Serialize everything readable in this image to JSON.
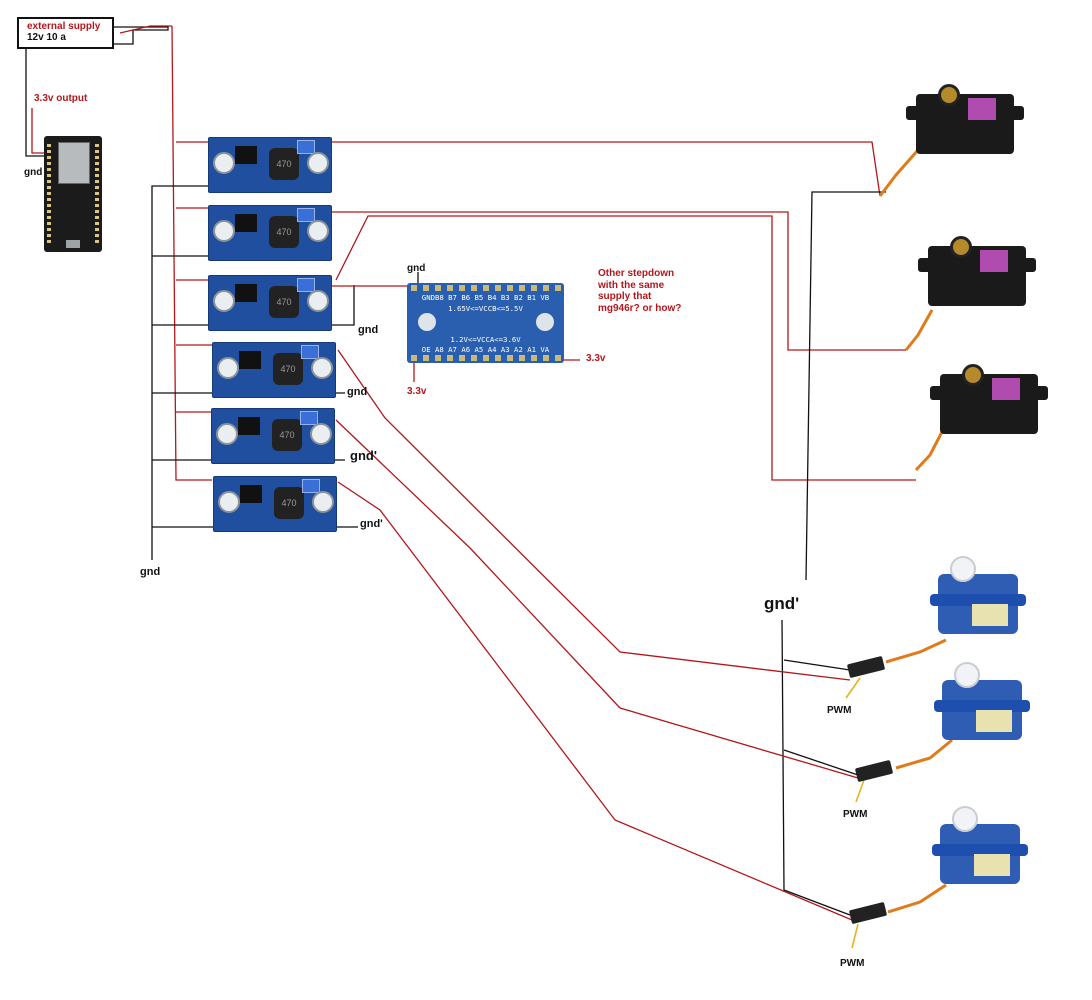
{
  "supply": {
    "title": "external supply",
    "rating": "12v 10 a"
  },
  "labels": {
    "output_3v3": "3.3v output",
    "gnd_mcu": "gnd",
    "gnd_buck3": "gnd",
    "gnd_buck4": "gnd",
    "gnd_buck5": "gnd'",
    "gnd_buck6": "gnd'",
    "gnd_left": "gnd",
    "gnd_shifter": "gnd",
    "shifter_va_3v3": "3.3v",
    "shifter_oe_3v3": "3.3v",
    "gnd_servo": "gnd'",
    "pwm1": "PWM",
    "pwm2": "PWM",
    "pwm3": "PWM"
  },
  "question": [
    "Other stepdown",
    "with the same",
    "supply that",
    "mg946r?  or how?"
  ],
  "shifter": {
    "top_pins": "GNDB8 B7 B6 B5 B4 B3 B2 B1 VB",
    "line1": "1.65V<=VCCB<=5.5V",
    "line2": "1.2V<=VCCA<=3.6V",
    "bottom_pins": "OE A8 A7 A6 A5 A4 A3 A2 A1 VA"
  },
  "bucks": [
    {
      "inductor": "470"
    },
    {
      "inductor": "470"
    },
    {
      "inductor": "470"
    },
    {
      "inductor": "470"
    },
    {
      "inductor": "470"
    },
    {
      "inductor": "470"
    }
  ],
  "colors": {
    "wire_red": "#b3171b",
    "wire_black": "#111111",
    "pwm_yellow": "#e3b51c"
  }
}
